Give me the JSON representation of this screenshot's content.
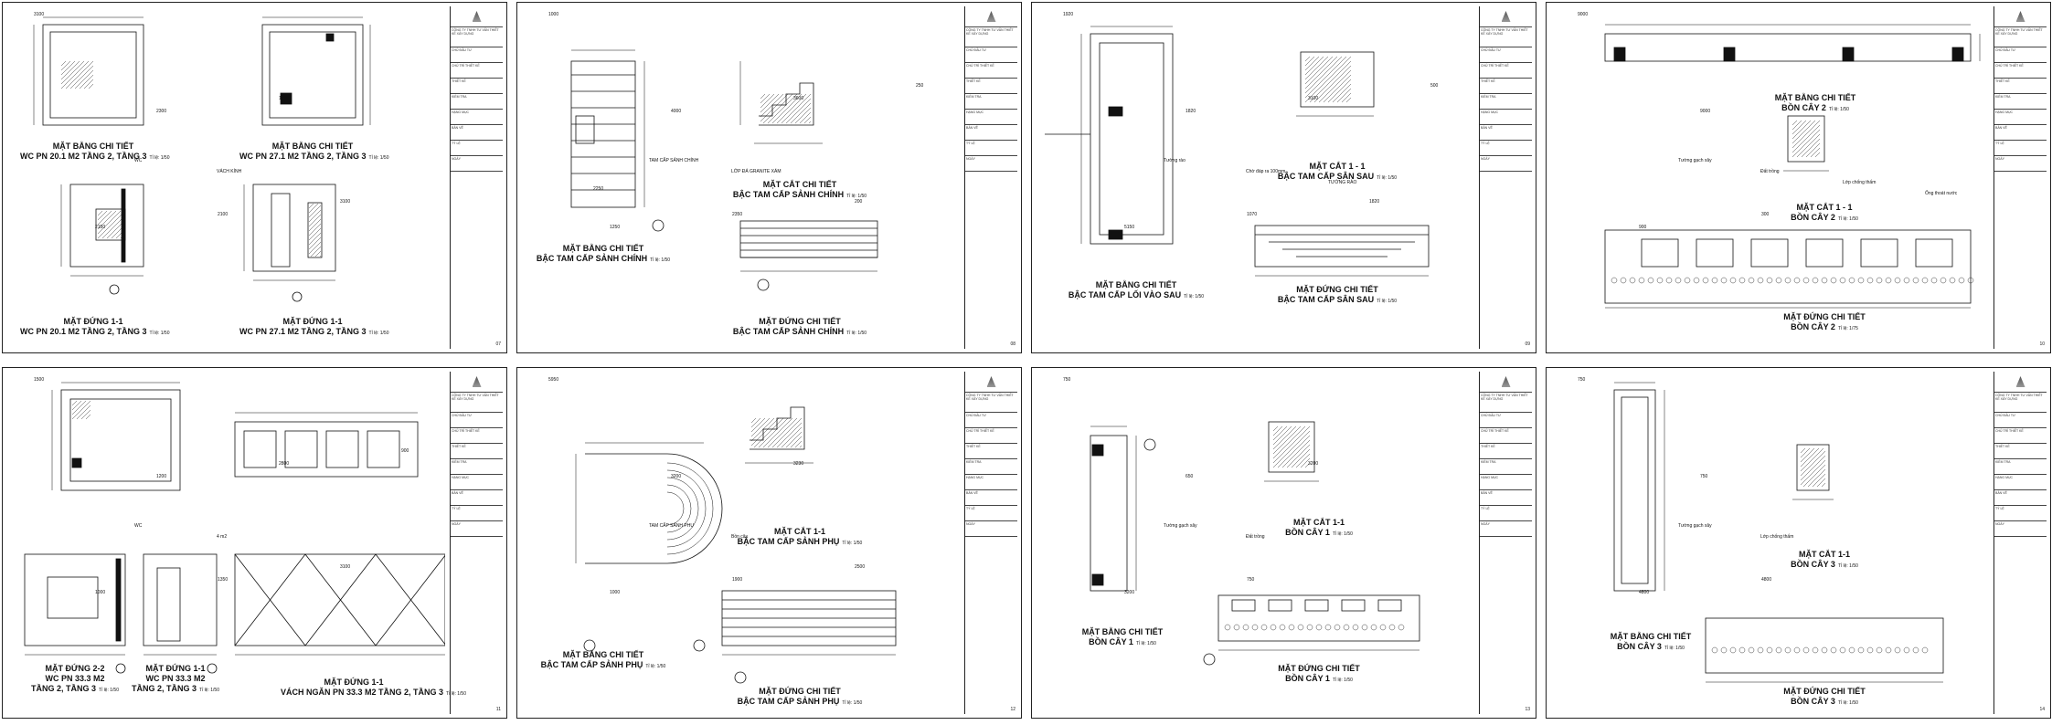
{
  "sheets": [
    {
      "titles": [
        {
          "text": "MẶT BẰNG CHI TIẾT",
          "sub": "WC PN 20.1 M2 TẦNG 2, TẦNG 3",
          "scale": "Tỉ lệ: 1/50"
        },
        {
          "text": "MẶT BẰNG CHI TIẾT",
          "sub": "WC PN 27.1 M2 TẦNG 2, TẦNG 3",
          "scale": "Tỉ lệ: 1/50"
        },
        {
          "text": "MẶT ĐỨNG 1-1",
          "sub": "WC PN 20.1 M2 TẦNG 2, TẦNG 3",
          "scale": "Tỉ lệ: 1/50"
        },
        {
          "text": "MẶT ĐỨNG 1-1",
          "sub": "WC PN 27.1 M2 TẦNG 2, TẦNG 3",
          "scale": "Tỉ lệ: 1/50"
        }
      ],
      "dims": [
        "3100",
        "2150",
        "2300",
        "2100",
        "1200",
        "3100"
      ],
      "notes": [
        "WC",
        "VÁCH KÍNH"
      ],
      "sheet_no": "07"
    },
    {
      "titles": [
        {
          "text": "MẶT BẰNG CHI TIẾT",
          "sub": "BẬC TAM CẤP SẢNH CHÍNH",
          "scale": "Tỉ lệ: 1/50"
        },
        {
          "text": "MẶT CẮT CHI TIẾT",
          "sub": "BẬC TAM CẤP SẢNH CHÍNH",
          "scale": "Tỉ lệ: 1/50"
        },
        {
          "text": "MẶT ĐỨNG CHI TIẾT",
          "sub": "BẬC TAM CẤP SẢNH CHÍNH",
          "scale": "Tỉ lệ: 1/50"
        }
      ],
      "dims": [
        "1000",
        "1250",
        "4000",
        "2350",
        "3600",
        "200",
        "250",
        "2250"
      ],
      "notes": [
        "TAM CẤP SẢNH CHÍNH",
        "LỚP ĐÁ GRANITE XÁM"
      ],
      "sheet_no": "08"
    },
    {
      "titles": [
        {
          "text": "MẶT BẰNG CHI TIẾT",
          "sub": "BẬC TAM CẤP LỐI VÀO SAU",
          "scale": "Tỉ lệ: 1/50"
        },
        {
          "text": "MẶT CẮT 1 - 1",
          "sub": "BẬC TAM CẤP SÂN SAU",
          "scale": "Tỉ lệ: 1/50"
        },
        {
          "text": "MẶT ĐỨNG CHI TIẾT",
          "sub": "BẬC TAM CẤP SÂN SAU",
          "scale": "Tỉ lệ: 1/50"
        }
      ],
      "dims": [
        "1920",
        "5150",
        "1820",
        "1070",
        "3100",
        "1820",
        "500"
      ],
      "notes": [
        "Tường rào",
        "Chờ đáp ra 100mm",
        "TƯỜNG RÀO"
      ],
      "sheet_no": "09"
    },
    {
      "titles": [
        {
          "text": "MẶT BẰNG CHI TIẾT",
          "sub": "BỒN CÂY 2",
          "scale": "Tỉ lệ: 1/50"
        },
        {
          "text": "MẶT CẮT 1 - 1",
          "sub": "BỒN CÂY 2",
          "scale": "Tỉ lệ: 1/50"
        },
        {
          "text": "MẶT ĐỨNG CHI TIẾT",
          "sub": "BỒN CÂY 2",
          "scale": "Tỉ lệ: 1/75"
        }
      ],
      "dims": [
        "9000",
        "900",
        "9000",
        "300"
      ],
      "notes": [
        "Tường gạch xây",
        "Đất trồng",
        "Lớp chống thấm",
        "Ống thoát nước"
      ],
      "sheet_no": "10"
    },
    {
      "titles": [
        {
          "text": "MẶT ĐỨNG 2-2",
          "sub": "WC PN 33.3 M2",
          "sub2": "TẦNG 2, TẦNG 3",
          "scale": "Tỉ lệ: 1/50"
        },
        {
          "text": "MẶT ĐỨNG 1-1",
          "sub": "WC PN 33.3 M2",
          "sub2": "TẦNG 2, TẦNG 3",
          "scale": "Tỉ lệ: 1/50"
        },
        {
          "text": "MẶT ĐỨNG 1-1",
          "sub": "VÁCH NGĂN PN 33.3 M2 TẦNG 2, TẦNG 3",
          "scale": "Tỉ lệ: 1/50"
        }
      ],
      "dims": [
        "1500",
        "1000",
        "1200",
        "1350",
        "2800",
        "3100",
        "900"
      ],
      "notes": [
        "WC",
        "4 m2"
      ],
      "sheet_no": "11"
    },
    {
      "titles": [
        {
          "text": "MẶT BẰNG CHI TIẾT",
          "sub": "BẬC TAM CẤP SẢNH PHỤ",
          "scale": "Tỉ lệ: 1/50"
        },
        {
          "text": "MẶT CẮT 1-1",
          "sub": "BẬC TAM CẤP SẢNH PHỤ",
          "scale": "Tỉ lệ: 1/50"
        },
        {
          "text": "MẶT ĐỨNG CHI TIẾT",
          "sub": "BẬC TAM CẤP SẢNH PHỤ",
          "scale": "Tỉ lệ: 1/50"
        }
      ],
      "dims": [
        "5950",
        "1000",
        "3200",
        "1900",
        "3230",
        "2500"
      ],
      "notes": [
        "TAM CẤP SẢNH PHỤ",
        "Bồn cây"
      ],
      "sheet_no": "12"
    },
    {
      "titles": [
        {
          "text": "MẶT BẰNG CHI TIẾT",
          "sub": "BỒN CÂY 1",
          "scale": "Tỉ lệ: 1/50"
        },
        {
          "text": "MẶT CẮT 1-1",
          "sub": "BỒN CÂY 1",
          "scale": "Tỉ lệ: 1/50"
        },
        {
          "text": "MẶT ĐỨNG CHI TIẾT",
          "sub": "BỒN CÂY 1",
          "scale": "Tỉ lệ: 1/50"
        }
      ],
      "dims": [
        "750",
        "3200",
        "650",
        "750",
        "3200"
      ],
      "notes": [
        "Tường gạch xây",
        "Đất trồng"
      ],
      "sheet_no": "13"
    },
    {
      "titles": [
        {
          "text": "MẶT CẮT 1-1",
          "sub": "BỒN CÂY 3",
          "scale": "Tỉ lệ: 1/50"
        },
        {
          "text": "MẶT BẰNG CHI TIẾT",
          "sub": "BỒN CÂY 3",
          "scale": "Tỉ lệ: 1/50"
        },
        {
          "text": "MẶT ĐỨNG CHI TIẾT",
          "sub": "BỒN CÂY 3",
          "scale": "Tỉ lệ: 1/50"
        }
      ],
      "dims": [
        "750",
        "4800",
        "750",
        "4800"
      ],
      "notes": [
        "Tường gạch xây",
        "Lớp chống thấm"
      ],
      "sheet_no": "14"
    }
  ],
  "titleblock": {
    "company": "CÔNG TY TNHH TƯ VẤN THIẾT KẾ XÂY DỰNG",
    "labels": [
      "CHỦ ĐẦU TƯ",
      "CHỦ TRÌ THIẾT KẾ",
      "THIẾT KẾ",
      "KIỂM TRA",
      "HẠNG MỤC",
      "BẢN VẼ",
      "TỶ LỆ",
      "NGÀY"
    ]
  }
}
